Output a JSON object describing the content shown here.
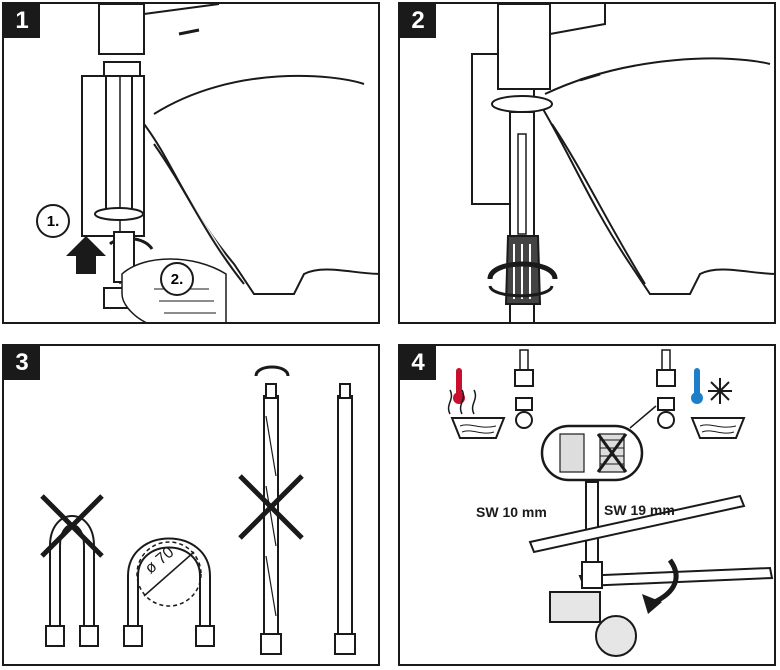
{
  "steps": [
    {
      "number": "1",
      "callouts": [
        "1.",
        "2."
      ]
    },
    {
      "number": "2"
    },
    {
      "number": "3",
      "diameter_label": "ø 70"
    },
    {
      "number": "4",
      "wrench_left": "SW 10 mm",
      "wrench_right": "SW 19 mm"
    }
  ],
  "colors": {
    "line": "#1a1a1a",
    "hot": "#c8102e",
    "cold": "#1e7fc8",
    "sink": "#e6e6e6"
  },
  "icons": [
    "arrow-up-icon",
    "rotate-arrow-icon",
    "cross-out-icon",
    "thermometer-hot-icon",
    "thermometer-cold-icon",
    "snowflake-icon",
    "water-waves-icon",
    "curved-arrow-icon"
  ]
}
